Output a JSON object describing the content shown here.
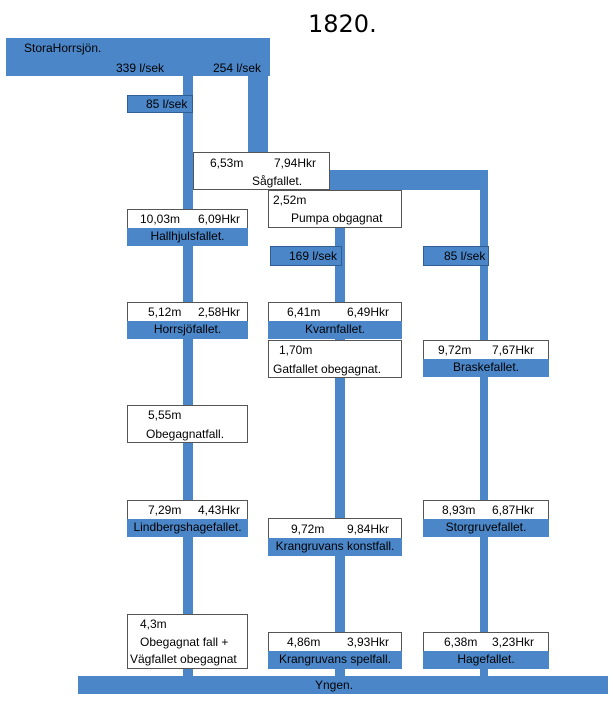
{
  "title": "1820.",
  "source": "StoraHorrsjön.",
  "sink": "Yngen.",
  "flows": {
    "main_out": "339 l/sek",
    "right_out": "254 l/sek",
    "left_branch": "85 l/sek",
    "mid_branch": "169 l/sek",
    "right_branch": "85 l/sek"
  },
  "sagfallet": {
    "height": "6,53m",
    "power": "7,94Hkr",
    "name": "Sågfallet."
  },
  "pumpa": {
    "height": "2,52m",
    "name": "Pumpa obgagnat"
  },
  "left": [
    {
      "height": "10,03m",
      "power": "6,09Hkr",
      "name": "Hallhjulsfallet."
    },
    {
      "height": "5,12m",
      "power": "2,58Hkr",
      "name": "Horrsjöfallet."
    },
    {
      "height": "5,55m",
      "name": "Obegagnatfall."
    },
    {
      "height": "7,29m",
      "power": "4,43Hkr",
      "name": "Lindbergshagefallet."
    },
    {
      "height": "4,3m",
      "name1": "Obegagnat fall +",
      "name2": "Vägfallet obegagnat"
    }
  ],
  "middle": [
    {
      "height": "6,41m",
      "power": "6,49Hkr",
      "name": "Kvarnfallet."
    },
    {
      "height": "1,70m",
      "name": "Gatfallet obegagnat."
    },
    {
      "height": "9,72m",
      "power": "9,84Hkr",
      "name": "Krangruvans konstfall."
    },
    {
      "height": "4,86m",
      "power": "3,93Hkr",
      "name": "Krangruvans spelfall."
    }
  ],
  "right": [
    {
      "height": "9,72m",
      "power": "7,67Hkr",
      "name": "Braskefallet."
    },
    {
      "height": "8,93m",
      "power": "6,87Hkr",
      "name": "Storgruvefallet."
    },
    {
      "height": "6,38m",
      "power": "3,23Hkr",
      "name": "Hagefallet."
    }
  ],
  "colors": {
    "water": "#4a86c8",
    "box_border": "#555555"
  }
}
